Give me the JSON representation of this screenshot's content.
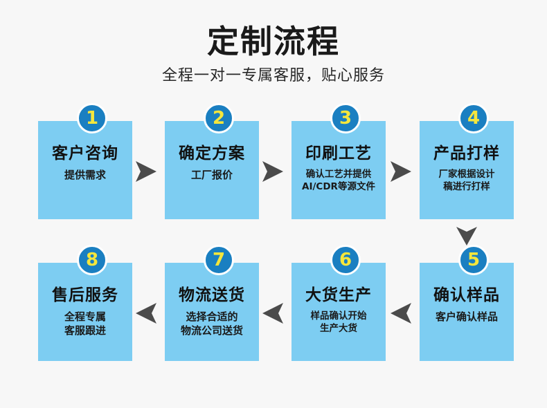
{
  "header": {
    "title": "定制流程",
    "subtitle": "全程一对一专属客服，贴心服务"
  },
  "colors": {
    "background": "#f7f7f7",
    "box_blue": "#7dcdf2",
    "badge_blue": "#1a7fc1",
    "badge_number_yellow": "#f5e63c",
    "arrow_gray": "#4b4b4b",
    "text_dark": "#111111"
  },
  "flow": {
    "top_row": [
      {
        "number": "1",
        "title": "客户咨询",
        "desc_line1": "提供需求",
        "desc_line2": ""
      },
      {
        "number": "2",
        "title": "确定方案",
        "desc_line1": "工厂报价",
        "desc_line2": ""
      },
      {
        "number": "3",
        "title": "印刷工艺",
        "desc_line1": "确认工艺并提供",
        "desc_line2": "AI/CDR等源文件"
      },
      {
        "number": "4",
        "title": "产品打样",
        "desc_line1": "厂家根据设计",
        "desc_line2": "稿进行打样"
      }
    ],
    "bottom_row": [
      {
        "number": "8",
        "title": "售后服务",
        "desc_line1": "全程专属",
        "desc_line2": "客服跟进"
      },
      {
        "number": "7",
        "title": "物流送货",
        "desc_line1": "选择合适的",
        "desc_line2": "物流公司送货"
      },
      {
        "number": "6",
        "title": "大货生产",
        "desc_line1": "样品确认开始",
        "desc_line2": "生产大货"
      },
      {
        "number": "5",
        "title": "确认样品",
        "desc_line1": "客户确认样品",
        "desc_line2": ""
      }
    ],
    "connectors": {
      "top_arrow_direction": "right",
      "bottom_arrow_direction": "left",
      "vertical_arrow_direction": "down"
    }
  }
}
